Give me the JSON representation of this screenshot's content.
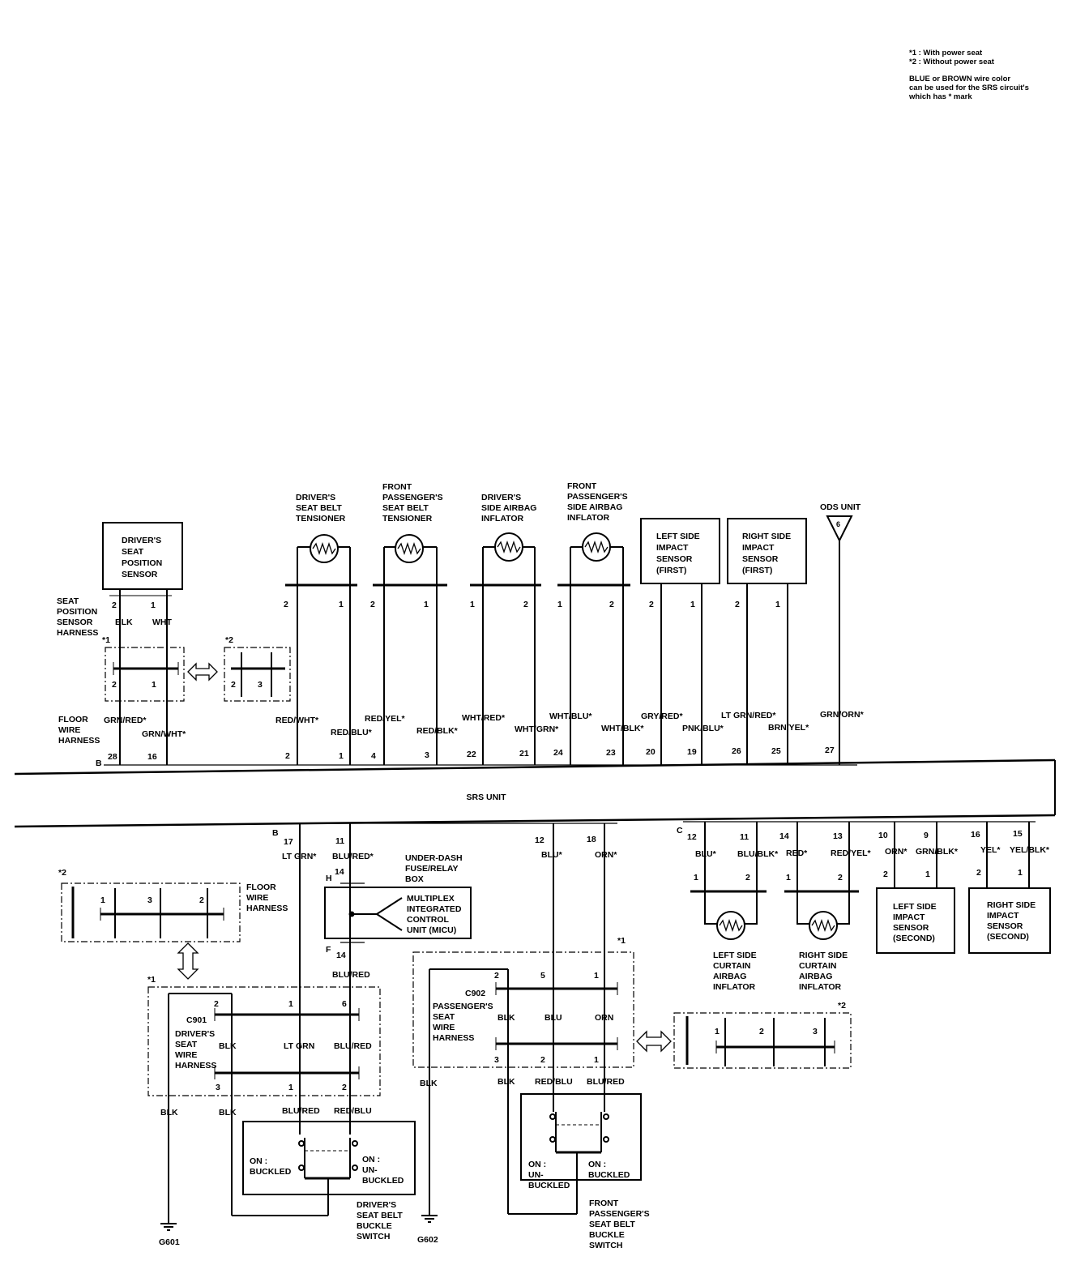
{
  "notes": {
    "n1": "*1 : With power seat",
    "n2": "*2 : Without power seat",
    "n3": "BLUE or BROWN wire color",
    "n4": "can be used for the SRS circuit's",
    "n5": "which has * mark"
  },
  "srs_unit": "SRS UNIT",
  "connectors": {
    "B": "B",
    "C": "C",
    "H": "H",
    "F": "F"
  },
  "marks": {
    "m1": "*1",
    "m2": "*2"
  },
  "components": {
    "seat_pos_sensor": [
      "DRIVER'S",
      "SEAT",
      "POSITION",
      "SENSOR"
    ],
    "seat_pos_harness": [
      "SEAT",
      "POSITION",
      "SENSOR",
      "HARNESS"
    ],
    "floor_harness": [
      "FLOOR",
      "WIRE",
      "HARNESS"
    ],
    "drv_tensioner": [
      "DRIVER'S",
      "SEAT BELT",
      "TENSIONER"
    ],
    "pass_tensioner": [
      "FRONT",
      "PASSENGER'S",
      "SEAT BELT",
      "TENSIONER"
    ],
    "drv_side_airbag": [
      "DRIVER'S",
      "SIDE AIRBAG",
      "INFLATOR"
    ],
    "pass_side_airbag": [
      "FRONT",
      "PASSENGER'S",
      "SIDE AIRBAG",
      "INFLATOR"
    ],
    "left_impact_first": [
      "LEFT SIDE",
      "IMPACT",
      "SENSOR",
      "(FIRST)"
    ],
    "right_impact_first": [
      "RIGHT SIDE",
      "IMPACT",
      "SENSOR",
      "(FIRST)"
    ],
    "ods_unit": "ODS UNIT",
    "ods_pin": "6",
    "fuse_box": [
      "UNDER-DASH",
      "FUSE/RELAY",
      "BOX"
    ],
    "micu": [
      "MULTIPLEX",
      "INTEGRATED",
      "CONTROL",
      "UNIT (MICU)"
    ],
    "floor_harness2": [
      "FLOOR",
      "WIRE",
      "HARNESS"
    ],
    "c901": [
      "C901",
      "DRIVER'S",
      "SEAT",
      "WIRE",
      "HARNESS"
    ],
    "c902": [
      "C902",
      "PASSENGER'S",
      "SEAT",
      "WIRE",
      "HARNESS"
    ],
    "left_curtain": [
      "LEFT SIDE",
      "CURTAIN",
      "AIRBAG",
      "INFLATOR"
    ],
    "right_curtain": [
      "RIGHT SIDE",
      "CURTAIN",
      "AIRBAG",
      "INFLATOR"
    ],
    "left_impact_second": [
      "LEFT SIDE",
      "IMPACT",
      "SENSOR",
      "(SECOND)"
    ],
    "right_impact_second": [
      "RIGHT SIDE",
      "IMPACT",
      "SENSOR",
      "(SECOND)"
    ],
    "drv_buckle": [
      "DRIVER'S",
      "SEAT BELT",
      "BUCKLE",
      "SWITCH"
    ],
    "pass_buckle": [
      "FRONT",
      "PASSENGER'S",
      "SEAT BELT",
      "BUCKLE",
      "SWITCH"
    ],
    "on_buckled": [
      "ON :",
      "BUCKLED"
    ],
    "on_unbuckled": [
      "ON :",
      "UN-",
      "BUCKLED"
    ],
    "on_unbuckled2": [
      "ON :",
      "UN-",
      "BUCKLED"
    ],
    "on_buckled2": [
      "ON :",
      "BUCKLED"
    ],
    "g601": "G601",
    "g602": "G602"
  },
  "pins_top": {
    "sp2": "2",
    "sp1": "1",
    "sph2": "2",
    "sph1": "1",
    "a2": "2",
    "a3": "3",
    "t1a": "2",
    "t1b": "1",
    "t2a": "2",
    "t2b": "1",
    "s1a": "1",
    "s1b": "2",
    "s2a": "1",
    "s2b": "2",
    "i1a": "2",
    "i1b": "1",
    "i2a": "2",
    "i2b": "1"
  },
  "wires_top": {
    "blk": "BLK",
    "wht": "WHT",
    "w1": "GRN/RED*",
    "w2": "GRN/WHT*",
    "w3": "RED/WHT*",
    "w4": "RED/BLU*",
    "w5": "RED/YEL*",
    "w6": "RED/BLK*",
    "w7": "WHT/RED*",
    "w8": "WHT/GRN*",
    "w9": "WHT/BLU*",
    "w10": "WHT/BLK*",
    "w11": "GRY/RED*",
    "w12": "PNK/BLU*",
    "w13": "LT GRN/RED*",
    "w14": "BRN/YEL*",
    "w15": "GRN/ORN*"
  },
  "srs_pins_top": {
    "p28": "28",
    "p16": "16",
    "p2": "2",
    "p1": "1",
    "p4": "4",
    "p3": "3",
    "p22": "22",
    "p21": "21",
    "p24": "24",
    "p23": "23",
    "p20": "20",
    "p19": "19",
    "p26": "26",
    "p25": "25",
    "p27": "27"
  },
  "srs_pins_bottom": {
    "b17": "17",
    "b11": "11",
    "b12": "12",
    "b18": "18",
    "c12": "12",
    "c11": "11",
    "c14": "14",
    "c13": "13",
    "c10": "10",
    "c9": "9",
    "c16": "16",
    "c15": "15",
    "h14": "14",
    "f14": "14"
  },
  "wires_bottom": {
    "ltgrn": "LT GRN*",
    "blured": "BLU/RED*",
    "blu": "BLU*",
    "orn": "ORN*",
    "c_blu": "BLU*",
    "c_blublk": "BLU/BLK*",
    "c_red": "RED*",
    "c_redyel": "RED/YEL*",
    "c_orn": "ORN*",
    "c_grnblk": "GRN/BLK*",
    "c_yel": "YEL*",
    "c_yelblk": "YEL/BLK*",
    "f_blured": "BLU/RED"
  },
  "bottom_pins": {
    "cs1": "1",
    "cs2": "2",
    "cs3": "1",
    "cs4": "2",
    "ls2": "2",
    "ls1": "1",
    "rs2": "2",
    "rs1": "1",
    "fw1": "1",
    "fw3": "3",
    "fw2": "2",
    "d2": "2",
    "d1": "1",
    "d6": "6",
    "d3": "3",
    "d1b": "1",
    "d2b": "2",
    "p2": "2",
    "p5": "5",
    "p1": "1",
    "p3": "3",
    "p2b": "2",
    "p1b": "1",
    "r1": "1",
    "r2": "2",
    "r3": "3"
  },
  "harness_wires": {
    "d_blk": "BLK",
    "d_ltgrn": "LT GRN",
    "d_blured": "BLU/RED",
    "d_blk2": "BLK",
    "d_blured2": "BLU/RED",
    "d_redblu": "RED/BLU",
    "d_blk3": "BLK",
    "p_blk": "BLK",
    "p_blu": "BLU",
    "p_orn": "ORN",
    "p_blk2": "BLK",
    "p_redblu": "RED/BLU",
    "p_blured": "BLU/RED",
    "p_blk3": "BLK"
  }
}
